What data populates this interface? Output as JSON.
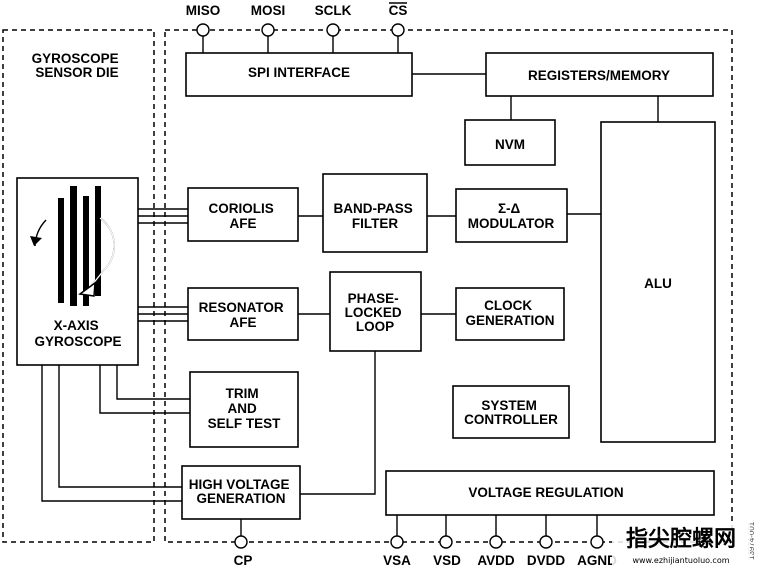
{
  "die_label": [
    "GYROSCOPE",
    "SENSOR DIE"
  ],
  "pins_top": [
    "MISO",
    "MOSI",
    "SCLK",
    "CS"
  ],
  "pins_bottom": [
    "CP",
    "VSA",
    "VSD",
    "AVDD",
    "DVDD",
    "AGND"
  ],
  "blocks": {
    "spi": [
      "SPI INTERFACE"
    ],
    "registers": [
      "REGISTERS/MEMORY"
    ],
    "nvm": [
      "NVM"
    ],
    "coriolis": [
      "CORIOLIS",
      "AFE"
    ],
    "bandpass": [
      "BAND-PASS",
      "FILTER"
    ],
    "modulator": [
      "Σ-Δ",
      "MODULATOR"
    ],
    "alu": [
      "ALU"
    ],
    "resonator": [
      "RESONATOR",
      "AFE"
    ],
    "pll": [
      "PHASE-",
      "LOCKED",
      "LOOP"
    ],
    "clock": [
      "CLOCK",
      "GENERATION"
    ],
    "trim": [
      "TRIM",
      "AND",
      "SELF TEST"
    ],
    "system": [
      "SYSTEM",
      "CONTROLLER"
    ],
    "hv": [
      "HIGH VOLTAGE",
      "GENERATION"
    ],
    "vreg": [
      "VOLTAGE REGULATION"
    ],
    "gyro": [
      "X-AXIS",
      "GYROSCOPE"
    ]
  },
  "watermark": {
    "text": "指尖腔螺网",
    "url": "www.ezhijiantuoluo.com"
  },
  "figure_code": "13974-001"
}
